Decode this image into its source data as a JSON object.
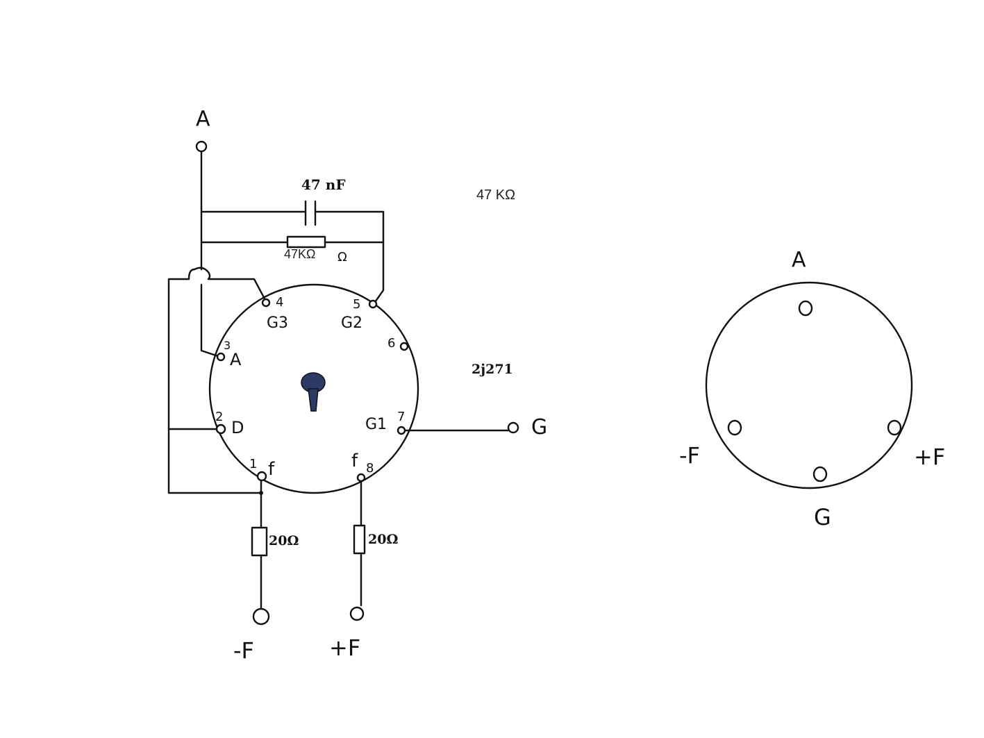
{
  "schematic": {
    "capacitor_label": "47 nF",
    "resistor_label": "47KΩ",
    "resistor_label_stray": "Ω",
    "floating_label": "47 KΩ",
    "tube_code": "2j271",
    "terminals": {
      "anode": "A",
      "grid": "G",
      "minus_f": "-F",
      "plus_f": "+F"
    },
    "pins": {
      "p1": "1",
      "p2": "2",
      "p3": "3",
      "p4": "4",
      "p5": "5",
      "p6": "6",
      "p7": "7",
      "p8": "8"
    },
    "electrodes": {
      "g3": "G3",
      "g2": "G2",
      "a": "A",
      "d": "D",
      "g1": "G1",
      "f_left": "f",
      "f_right": "f"
    },
    "filament_resistor_left": "20Ω",
    "filament_resistor_right": "20Ω"
  },
  "socket_view": {
    "top": "A",
    "left": "-F",
    "right": "+F",
    "bottom": "G"
  }
}
